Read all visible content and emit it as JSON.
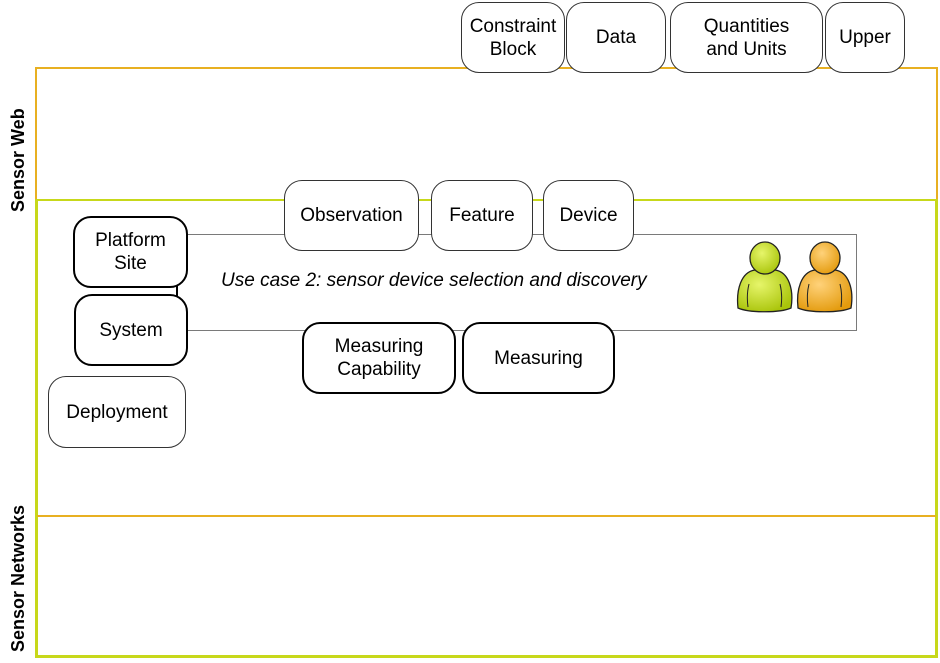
{
  "lanes": {
    "sensor_web": {
      "label": "Sensor Web",
      "border_color": "#e8b021"
    },
    "sensor_networks": {
      "label": "Sensor Networks",
      "border_color": "#c7d81a"
    }
  },
  "top_modules": [
    {
      "id": "constraint-block",
      "label": "Constraint\nBlock"
    },
    {
      "id": "data",
      "label": "Data"
    },
    {
      "id": "quantities-and-units",
      "label": "Quantities\nand Units"
    },
    {
      "id": "upper",
      "label": "Upper"
    }
  ],
  "use_case": {
    "label": "Use case 2: sensor device selection and discovery",
    "actors": [
      {
        "name": "actor-green",
        "color": "#c3dd12"
      },
      {
        "name": "actor-orange",
        "color": "#f0a914"
      }
    ]
  },
  "upper_row_modules": [
    {
      "id": "observation",
      "label": "Observation"
    },
    {
      "id": "feature",
      "label": "Feature"
    },
    {
      "id": "device",
      "label": "Device"
    }
  ],
  "left_modules": [
    {
      "id": "platform-site",
      "label": "Platform\nSite"
    },
    {
      "id": "system",
      "label": "System"
    },
    {
      "id": "deployment",
      "label": "Deployment"
    }
  ],
  "lower_row_modules": [
    {
      "id": "measuring-capability",
      "label": "Measuring\nCapability"
    },
    {
      "id": "measuring",
      "label": "Measuring"
    }
  ]
}
